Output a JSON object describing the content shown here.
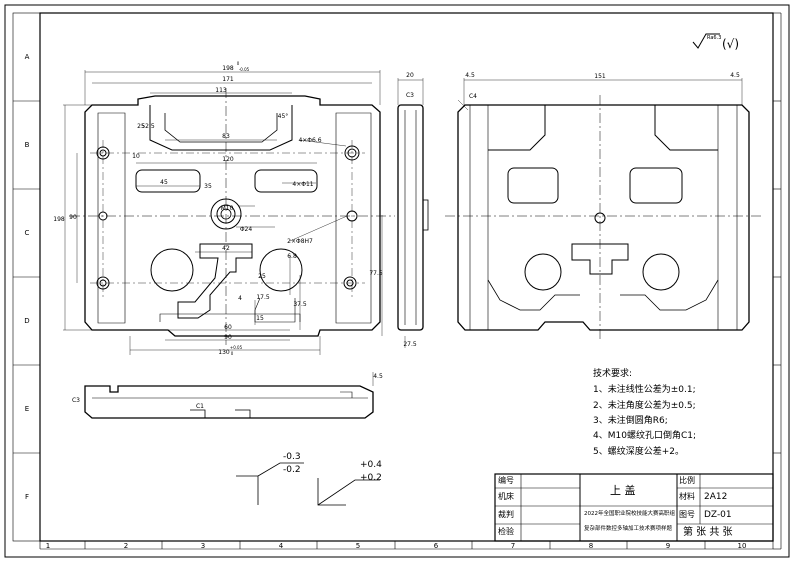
{
  "border": {
    "row_letters": [
      "A",
      "B",
      "C",
      "D",
      "E",
      "F"
    ],
    "col_numbers": [
      "1",
      "2",
      "3",
      "4",
      "5",
      "6",
      "7",
      "8",
      "9",
      "10"
    ]
  },
  "surface_finish": {
    "value": "Ra6.3",
    "suffix": "(√)"
  },
  "dimensions": {
    "top_view": [
      "198",
      "171",
      "113",
      "83",
      "120",
      "45",
      "35",
      "10",
      "25",
      "52.5",
      "198",
      "90",
      "42",
      "M10",
      "60",
      "90",
      "130",
      "25",
      "37.5",
      "15",
      "4",
      "17.5",
      "4×Φ6.6",
      "4×Φ11",
      "2×Φ8H7",
      "Φ24",
      "6.8",
      "45°"
    ],
    "top_view_tol": [
      "0",
      "-0.05",
      "+0.05",
      "0"
    ],
    "side_view": [
      "20",
      "C3",
      "77.5",
      "27.5"
    ],
    "right_view": [
      "C4",
      "151",
      "4.5",
      "4.5"
    ],
    "bottom_view": [
      "C3",
      "C1",
      "4.5"
    ]
  },
  "tolerance_notes": {
    "left": {
      "upper": "-0.3",
      "lower": "-0.2"
    },
    "right": {
      "upper": "+0.4",
      "lower": "+0.2"
    }
  },
  "tech_requirements": {
    "heading": "技术要求:",
    "items": [
      "1、未注线性公差为±0.1;",
      "2、未注角度公差为±0.5;",
      "3、未注倒圆角R6;",
      "4、M10螺纹孔口倒角C1;",
      "5、螺纹深度公差+2。"
    ]
  },
  "title_block": {
    "labels": [
      "编号",
      "机床",
      "裁判",
      "检验"
    ],
    "part_name": "上  盖",
    "competition": [
      "2022年全国职业院校技能大赛高职组",
      "复杂部件数控多轴加工技术赛项样题"
    ],
    "scale_label": "比例",
    "material_label": "材料",
    "material_value": "2A12",
    "drawing_no_label": "图号",
    "drawing_no_value": "DZ-01",
    "sheet_text": "第   张  共   张"
  }
}
